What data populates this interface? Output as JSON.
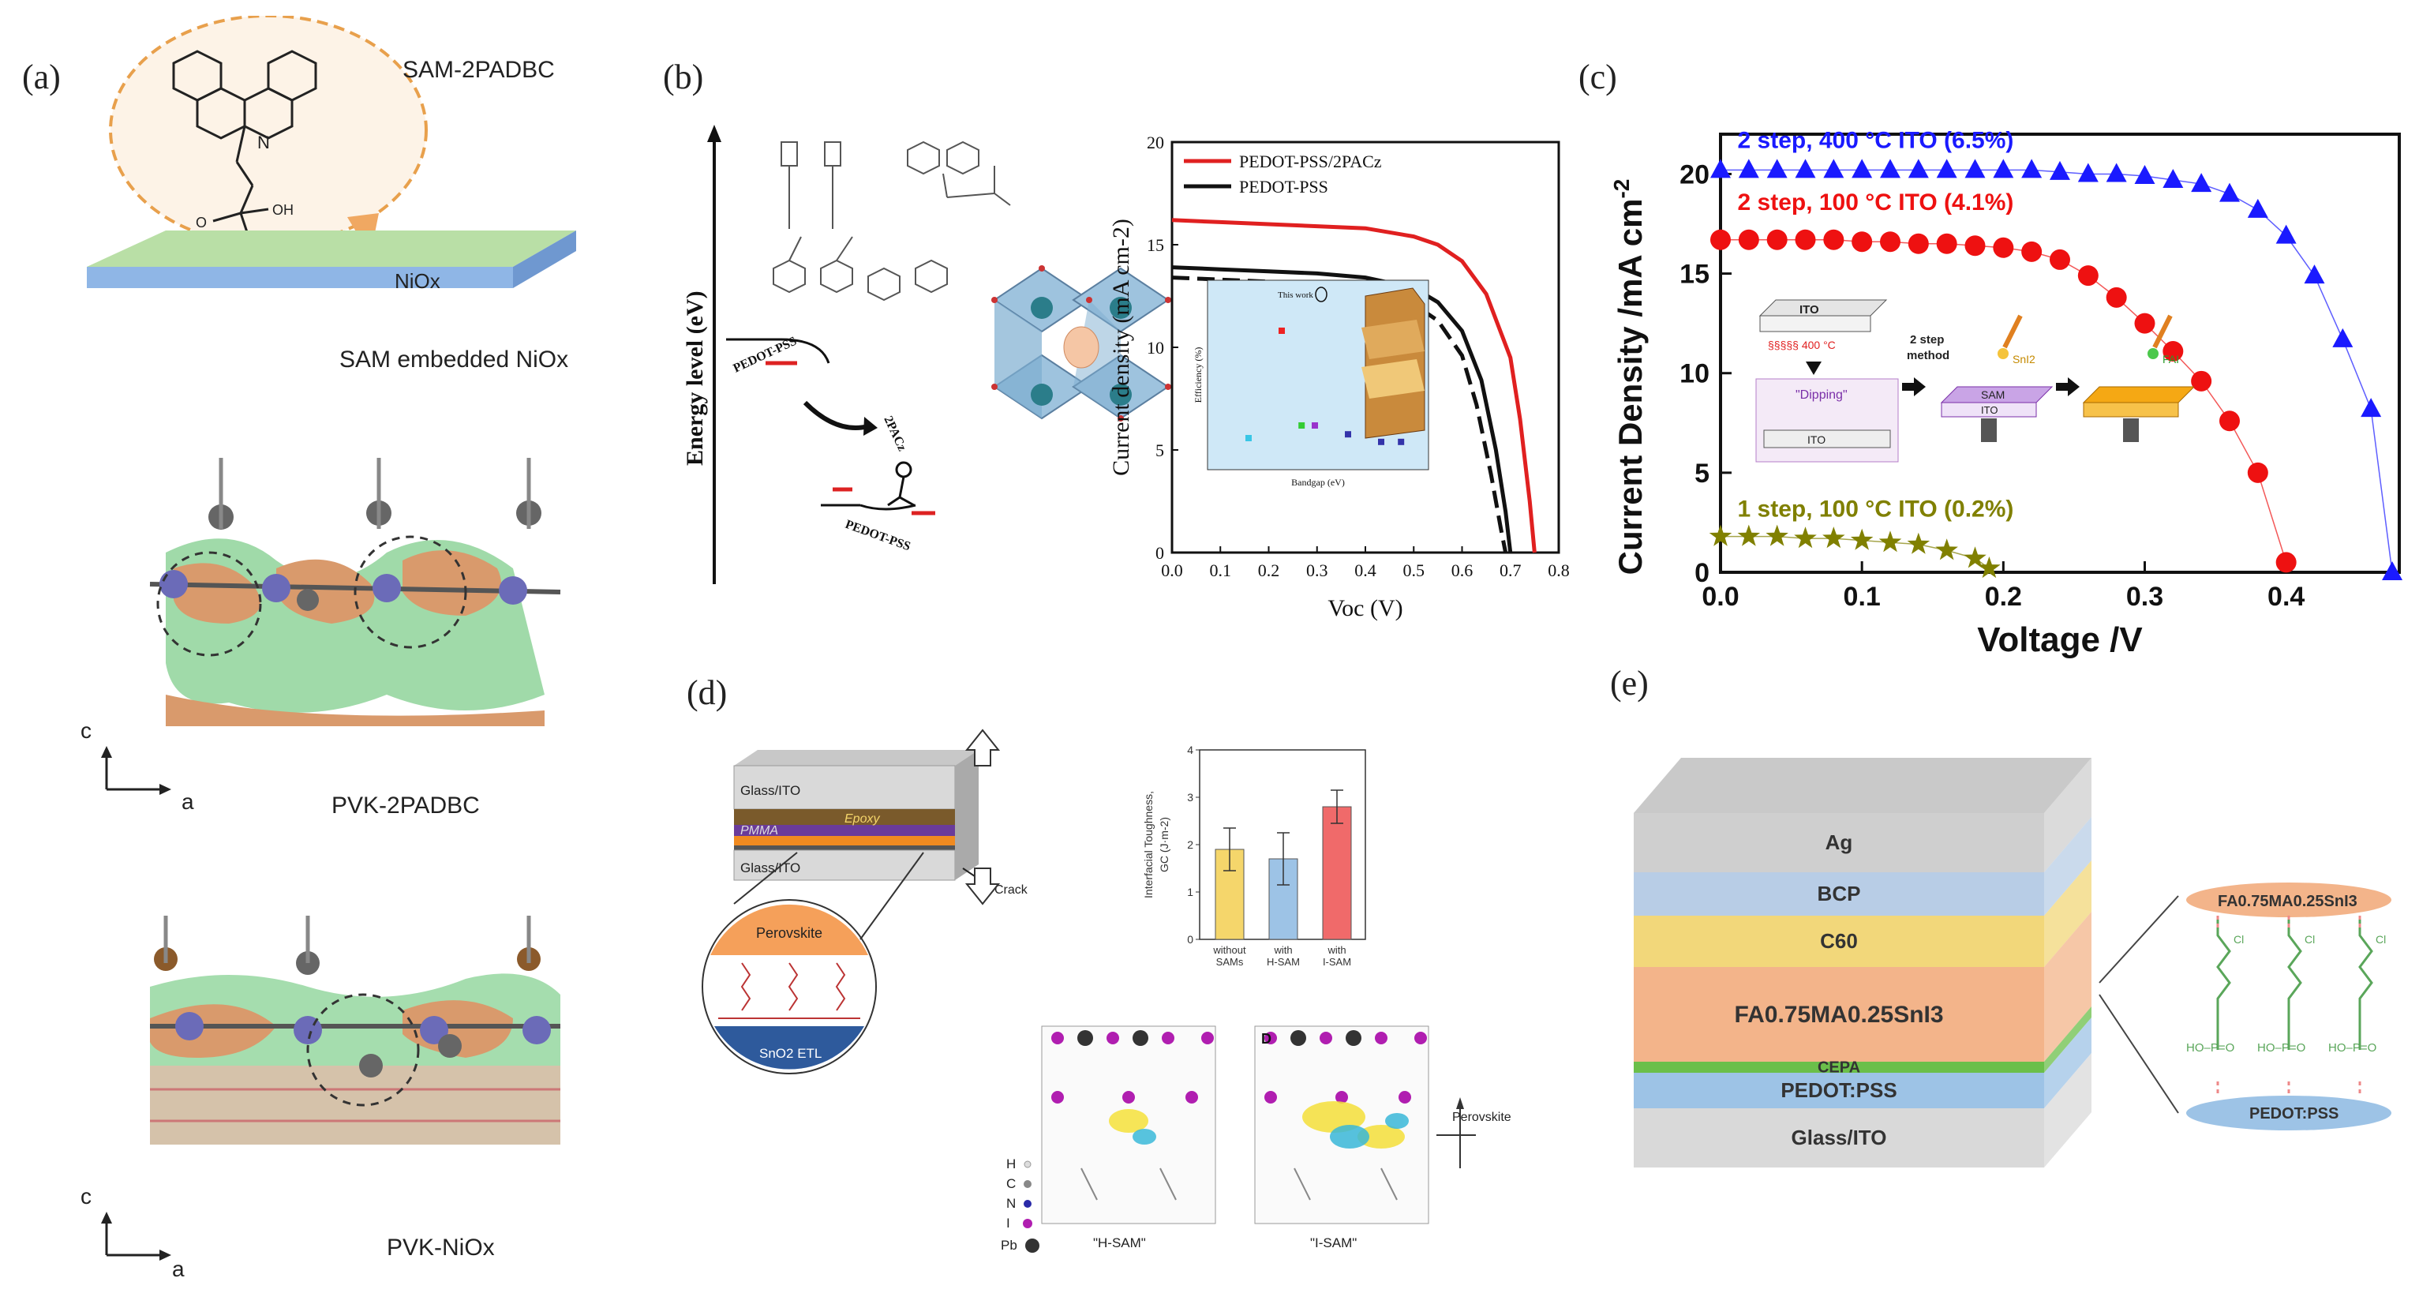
{
  "labels": {
    "a": "(a)",
    "b": "(b)",
    "c": "(c)",
    "d": "(d)",
    "e": "(e)"
  },
  "panel_a": {
    "sam_name": "SAM-2PADBC",
    "substrate": "NiOx",
    "caption": "SAM embedded NiOx",
    "pvk1": "PVK-2PADBC",
    "pvk2": "PVK-NiOx",
    "axis_c": "c",
    "axis_a": "a"
  },
  "panel_b": {
    "energy_label": "Energy level (eV)",
    "pedot_label": "PEDOT-PSS",
    "pedot_label2": "PEDOT-PSS",
    "twopacz": "2PACz",
    "inset_this_work": "This work",
    "inset_xlabel": "Bandgap (eV)",
    "inset_ylabel": "Efficiency (%)",
    "colors": {
      "red": "#e02020",
      "black": "#111111"
    }
  },
  "panel_c": {
    "ylabel": "Current Density /mA cm",
    "ylabel_sup": "-2",
    "xlabel": "Voltage /V",
    "annotations": [
      {
        "text": "2 step, 400 °C ITO (6.5%)",
        "color": "#1a1aff"
      },
      {
        "text": "2 step, 100 °C ITO (4.1%)",
        "color": "#ee1111"
      },
      {
        "text": "1 step, 100 °C ITO (0.2%)",
        "color": "#808000"
      }
    ],
    "schematic": {
      "ito": "ITO",
      "heat": "§§§§§ 400 °C",
      "dipping": "\"Dipping\"",
      "two_step": "2 step",
      "method": "method",
      "sam": "SAM",
      "ito2": "ITO",
      "ito3": "ITO",
      "sni2": "SnI2",
      "fai": "FAI"
    }
  },
  "panel_d": {
    "layers": [
      "Glass/ITO",
      "Epoxy",
      "PMMA",
      "Glass/ITO"
    ],
    "crack": "Crack",
    "perovskite": "Perovskite",
    "sno2": "SnO2 ETL",
    "bar_ylabel1": "Interfacial Toughness,",
    "bar_ylabel2": "GC (J·m-2)",
    "legend": [
      "H",
      "C",
      "N",
      "I",
      "Pb"
    ],
    "d_letter": "D",
    "hsam": "\"H-SAM\"",
    "isam": "\"I-SAM\"",
    "perov_arrow": "Perovskite"
  },
  "panel_e": {
    "layers": [
      {
        "name": "Ag",
        "color": "#cfcfcf"
      },
      {
        "name": "BCP",
        "color": "#b8cde6"
      },
      {
        "name": "C60",
        "color": "#f2d77a"
      },
      {
        "name": "FA0.75MA0.25SnI3",
        "color": "#f3b48a"
      },
      {
        "name": "CEPA",
        "color": "#6bbf4a"
      },
      {
        "name": "PEDOT:PSS",
        "color": "#9dc3e6"
      },
      {
        "name": "Glass/ITO",
        "color": "#d9d9d9"
      }
    ],
    "zoom_top": "FA0.75MA0.25SnI3",
    "zoom_bottom": "PEDOT:PSS",
    "cl": "Cl",
    "hop": "HO–P=O"
  },
  "chart_data": [
    {
      "type": "line",
      "panel": "b",
      "xlabel": "Voc (V)",
      "ylabel": "Current density (mA cm-2)",
      "xlim": [
        0.0,
        0.8
      ],
      "ylim": [
        0,
        20
      ],
      "x_ticks": [
        "0.0",
        "0.1",
        "0.2",
        "0.3",
        "0.4",
        "0.5",
        "0.6",
        "0.7",
        "0.8"
      ],
      "y_ticks": [
        "0",
        "5",
        "10",
        "15",
        "20"
      ],
      "legend_position": "top-left",
      "series": [
        {
          "name": "PEDOT-PSS/2PACz",
          "color": "#e02020",
          "style": "solid",
          "x": [
            0,
            0.1,
            0.2,
            0.3,
            0.4,
            0.5,
            0.55,
            0.6,
            0.65,
            0.7,
            0.72,
            0.74,
            0.75
          ],
          "y": [
            16.2,
            16.1,
            16.0,
            15.9,
            15.8,
            15.4,
            15.0,
            14.2,
            12.6,
            9.5,
            6.5,
            2.5,
            0
          ]
        },
        {
          "name": "PEDOT-PSS",
          "color": "#111111",
          "style": "solid",
          "x": [
            0,
            0.1,
            0.2,
            0.3,
            0.4,
            0.5,
            0.55,
            0.6,
            0.64,
            0.67,
            0.69,
            0.7
          ],
          "y": [
            13.9,
            13.8,
            13.7,
            13.6,
            13.4,
            12.9,
            12.2,
            10.8,
            8.4,
            5.0,
            2.0,
            0
          ]
        },
        {
          "color": "#111111",
          "style": "dashed",
          "x": [
            0,
            0.1,
            0.2,
            0.3,
            0.4,
            0.5,
            0.55,
            0.6,
            0.63,
            0.66,
            0.68,
            0.69
          ],
          "y": [
            13.4,
            13.3,
            13.2,
            13.0,
            12.7,
            12.1,
            11.3,
            9.6,
            7.2,
            3.8,
            1.2,
            0
          ]
        }
      ]
    },
    {
      "type": "scatter",
      "panel": "c",
      "xlabel": "Voltage /V",
      "ylabel": "Current Density /mA cm-2",
      "xlim": [
        0.0,
        0.48
      ],
      "ylim": [
        0,
        22
      ],
      "x_ticks": [
        "0.0",
        "0.1",
        "0.2",
        "0.3",
        "0.4"
      ],
      "y_ticks": [
        "0",
        "5",
        "10",
        "15",
        "20"
      ],
      "series": [
        {
          "name": "2 step, 400 °C ITO (6.5%)",
          "marker": "triangle",
          "color": "#1a1aff",
          "x": [
            0,
            0.02,
            0.04,
            0.06,
            0.08,
            0.1,
            0.12,
            0.14,
            0.16,
            0.18,
            0.2,
            0.22,
            0.24,
            0.26,
            0.28,
            0.3,
            0.32,
            0.34,
            0.36,
            0.38,
            0.4,
            0.42,
            0.44,
            0.46,
            0.475
          ],
          "y": [
            20.2,
            20.2,
            20.2,
            20.2,
            20.2,
            20.2,
            20.2,
            20.2,
            20.2,
            20.2,
            20.2,
            20.2,
            20.1,
            20.0,
            20.0,
            19.9,
            19.7,
            19.5,
            19.0,
            18.2,
            16.9,
            14.9,
            11.7,
            8.2,
            0
          ]
        },
        {
          "name": "2 step, 100 °C ITO (4.1%)",
          "marker": "circle",
          "color": "#ee1111",
          "x": [
            0,
            0.02,
            0.04,
            0.06,
            0.08,
            0.1,
            0.12,
            0.14,
            0.16,
            0.18,
            0.2,
            0.22,
            0.24,
            0.26,
            0.28,
            0.3,
            0.32,
            0.34,
            0.36,
            0.38,
            0.4
          ],
          "y": [
            16.7,
            16.7,
            16.7,
            16.7,
            16.7,
            16.6,
            16.6,
            16.5,
            16.5,
            16.4,
            16.3,
            16.1,
            15.7,
            14.9,
            13.8,
            12.5,
            11.1,
            9.6,
            7.6,
            5.0,
            0.5
          ]
        },
        {
          "name": "1 step, 100 °C ITO (0.2%)",
          "marker": "star",
          "color": "#808000",
          "x": [
            0,
            0.02,
            0.04,
            0.06,
            0.08,
            0.1,
            0.12,
            0.14,
            0.16,
            0.18,
            0.19
          ],
          "y": [
            1.8,
            1.8,
            1.8,
            1.7,
            1.7,
            1.6,
            1.5,
            1.4,
            1.1,
            0.7,
            0.2
          ]
        }
      ]
    },
    {
      "type": "scatter",
      "panel": "b-inset",
      "xlabel": "Bandgap (eV)",
      "ylabel": "Efficiency (%)",
      "xlim": [
        1.5,
        1.8
      ],
      "ylim": [
        0,
        15
      ],
      "series": [
        {
          "x": [
            1.55,
            1.6,
            1.63,
            1.65,
            1.7,
            1.75,
            1.78
          ],
          "y": [
            2.5,
            11,
            3.5,
            3.5,
            2.8,
            2.2,
            2.2
          ],
          "colors": [
            "#39c6e6",
            "#ee2222",
            "#33cc33",
            "#9933cc",
            "#3333aa",
            "#3333aa",
            "#3333aa"
          ]
        }
      ]
    },
    {
      "type": "bar",
      "panel": "d",
      "ylabel": "Interfacial Toughness, GC (J·m-2)",
      "ylim": [
        0,
        4
      ],
      "y_ticks": [
        "0",
        "1",
        "2",
        "3",
        "4"
      ],
      "categories": [
        "without SAMs",
        "with H-SAM",
        "with I-SAM"
      ],
      "values": [
        1.9,
        1.7,
        2.8
      ],
      "errors": [
        0.45,
        0.55,
        0.35
      ],
      "colors": [
        "#f5d66b",
        "#9dc3e6",
        "#f06a6a"
      ]
    }
  ]
}
